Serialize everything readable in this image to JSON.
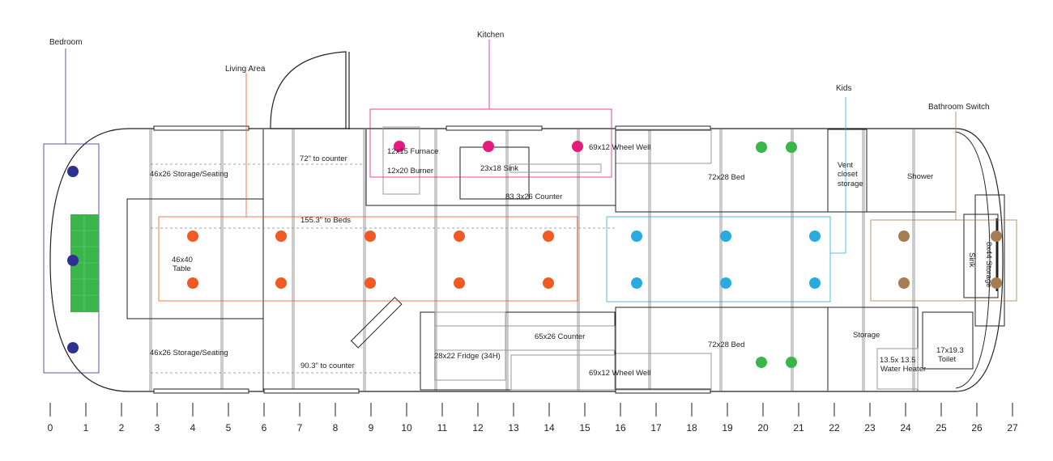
{
  "sections": {
    "bedroom": "Bedroom",
    "kitchen": "Kitchen",
    "living_area": "Living Area",
    "kids": "Kids",
    "bathroom_switch": "Bathroom Switch"
  },
  "labels": {
    "storage_seating_top": "46x26 Storage/Seating",
    "storage_seating_bottom": "46x26 Storage/Seating",
    "table_line1": "46x40",
    "table_line2": "Table",
    "to_counter_top": "72\" to counter",
    "to_beds": "155.3\" to Beds",
    "to_counter_bottom": "90.3\" to counter",
    "furnace": "12x15 Furnace",
    "burner": "12x20 Burner",
    "sink_kitchen": "23x18 Sink",
    "counter_top": "83.3x26 Counter",
    "wheel_well_top": "69x12 Wheel Well",
    "bed_top": "72x28 Bed",
    "vent_line1": "Vent",
    "vent_line2": "closet",
    "vent_line3": "storage",
    "shower": "Shower",
    "storage_bath": "8x44 Storage",
    "sink_bath": "Sink",
    "counter_bottom": "65x26 Counter",
    "fridge": "28x22 Fridge (34H)",
    "wheel_well_bottom": "69x12 Wheel Well",
    "bed_bottom": "72x28 Bed",
    "storage": "Storage",
    "water_heater_line1": "13.5x 13.5",
    "water_heater_line2": "Water Heater",
    "toilet_line1": "17x19.3",
    "toilet_line2": "Toilet"
  },
  "scale": {
    "ticks": [
      "0",
      "1",
      "2",
      "3",
      "4",
      "5",
      "6",
      "7",
      "8",
      "9",
      "10",
      "11",
      "12",
      "13",
      "14",
      "15",
      "16",
      "17",
      "18",
      "19",
      "20",
      "21",
      "22",
      "23",
      "24",
      "25",
      "26",
      "27"
    ]
  },
  "colors": {
    "bedroom": "#2e3192",
    "bedroom_bed": "#39b54a",
    "living": "#f15a24",
    "kitchen": "#e6197d",
    "kids": "#29abe2",
    "kids_bed": "#39b54a",
    "bathroom": "#a67c52",
    "rib": "#cccccc"
  }
}
